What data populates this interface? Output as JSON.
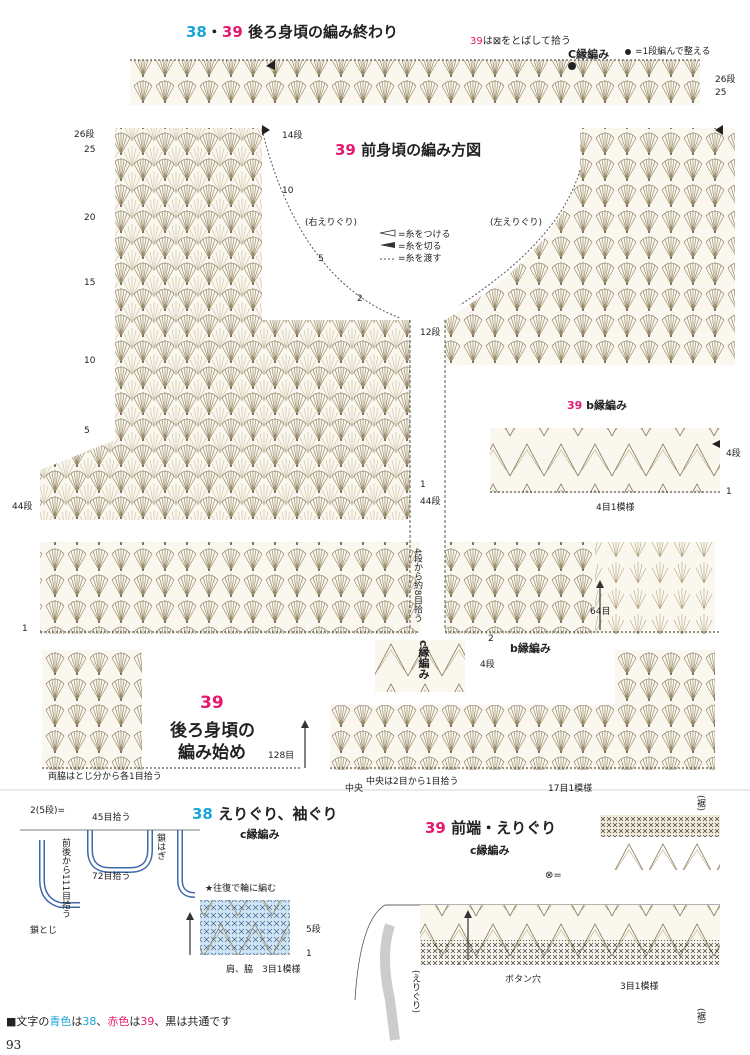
{
  "title_top": {
    "n1": "38",
    "dot": "・",
    "n2": "39",
    "text": "後ろ身頃の編み終わり"
  },
  "top_note": {
    "n": "39",
    "text": "は⊠をとばして拾う",
    "edge": "C縁編み",
    "right_note": "=1段編んで整える"
  },
  "row_labels_top": {
    "r26": "26段",
    "r25": "25"
  },
  "front_title": {
    "n": "39",
    "text": "前身頃の編み方図"
  },
  "left_rows": [
    "26段",
    "25",
    "20",
    "15",
    "10",
    "5"
  ],
  "neck_left": "(右えりぐり)",
  "neck_right": "(左えりぐり)",
  "legend": [
    "=糸をつける",
    "=糸を切る",
    "=糸を渡す"
  ],
  "side_marks": {
    "m14": "14段",
    "m10": "10",
    "m5": "5",
    "m2": "2",
    "m12": "12段",
    "m1": "1",
    "m44": "44段"
  },
  "b_edge_title": {
    "n": "39",
    "text": "b縁編み"
  },
  "b_edge_rows": [
    "4段",
    "1"
  ],
  "b_repeat": "4目1模様",
  "mid_labels": {
    "pickup": "4段から約8目拾う",
    "c_edge": "c縁編み",
    "b_edge": "b縁編み",
    "m64": "64目",
    "m4": "4段",
    "m2": "2",
    "m1": "1"
  },
  "back_start": {
    "n": "39",
    "line1": "後ろ身頃の",
    "line2": "編み始め"
  },
  "back_labels": {
    "m128": "128目",
    "sides": "両脇はとじ分から各1目拾う",
    "center": "中央",
    "center_note": "中央は2目から1目拾う",
    "repeat17": "17目1模様"
  },
  "sec38": {
    "n": "38",
    "text": "えりぐり、袖ぐり",
    "sub": "c縁編み",
    "p45": "45目拾う",
    "p72": "72目拾う",
    "p2": "2(5段)=",
    "p111": "前後から111目拾う",
    "neck": "鎖はぎ",
    "close": "鎖とじ",
    "loop": "★往復で輪に編む",
    "r5": "5段",
    "r1": "1",
    "rep": "3目1模様",
    "shoulder": "肩、脇"
  },
  "sec39": {
    "n": "39",
    "text": "前端・えりぐり",
    "sub": "c縁編み",
    "sym": "⊗=",
    "btn": "ボタン穴",
    "rep": "3目1模様",
    "neckx": "(えりぐり)",
    "right": "(裾)"
  },
  "footer": {
    "pre": "■文字の",
    "blue": "青色",
    "wa1": "は",
    "n38": "38",
    "sep": "、",
    "red": "赤色",
    "wa2": "は",
    "n39": "39",
    "rest": "、黒は共通です"
  },
  "page_number": "93"
}
